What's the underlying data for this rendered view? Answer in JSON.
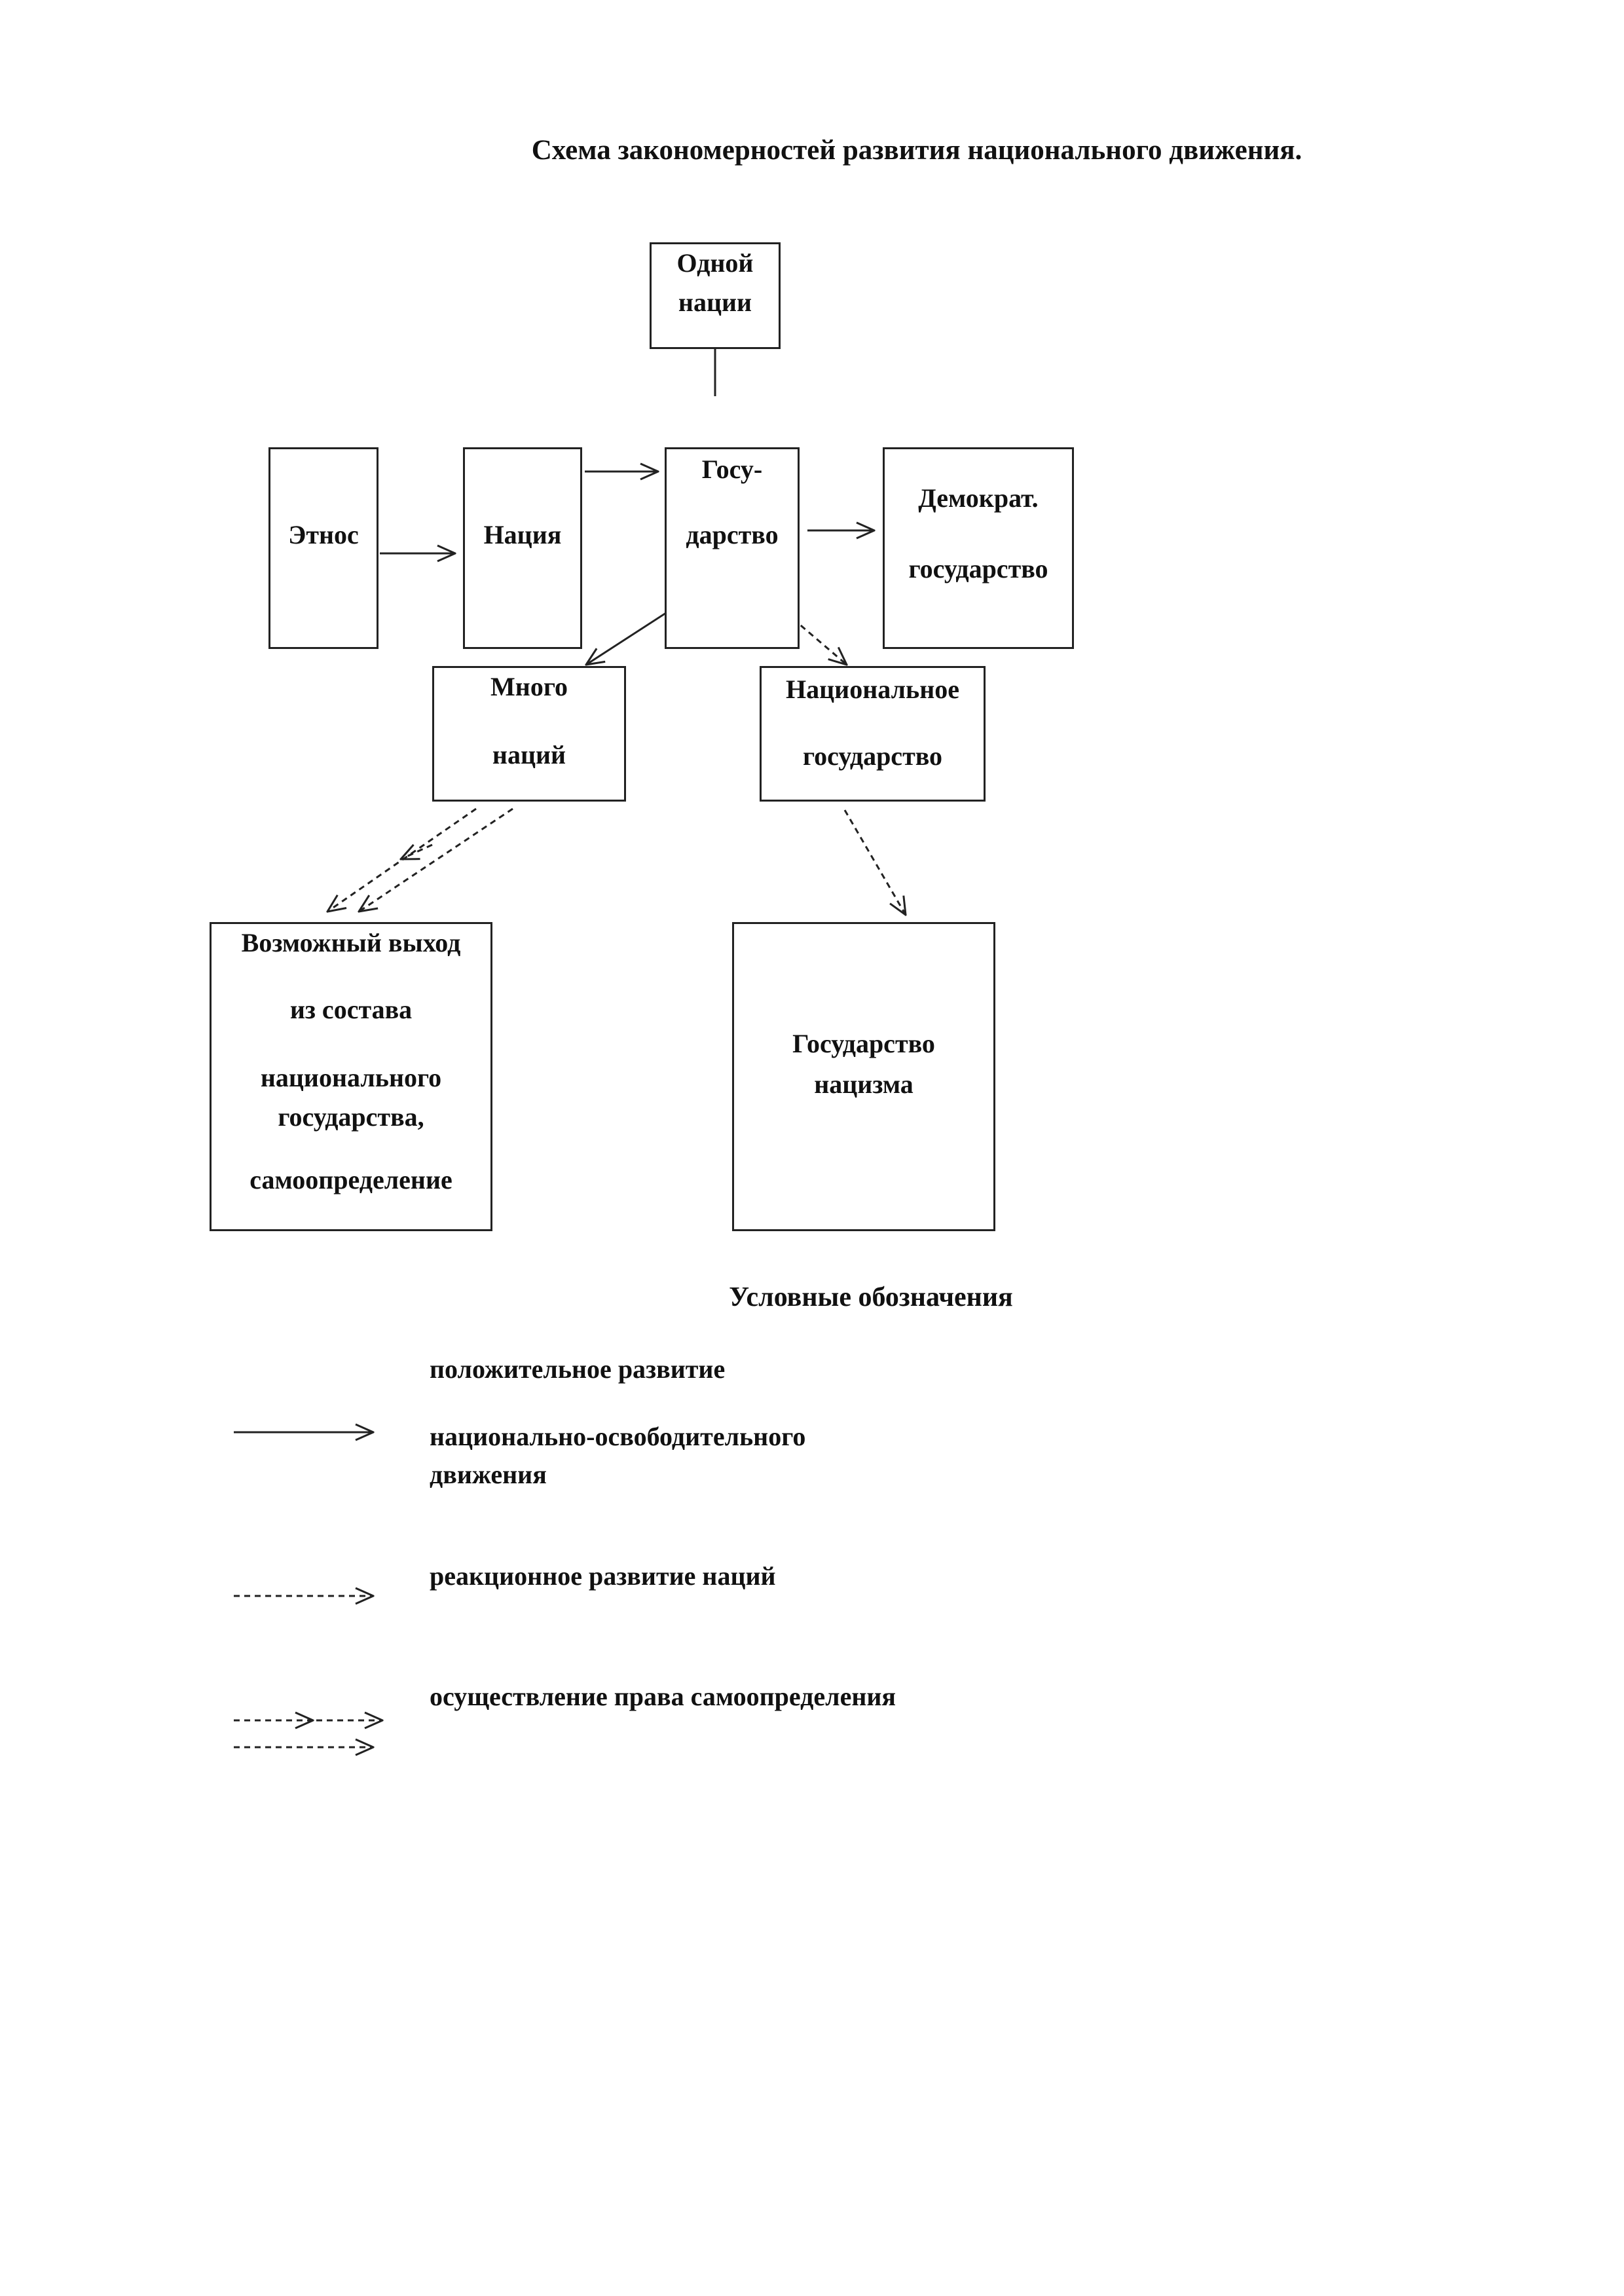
{
  "title": "Схема закономерностей развития национального движения.",
  "nodes": {
    "odnoy_natsii": [
      "Одной",
      "нации"
    ],
    "etnos": [
      "Этнос"
    ],
    "natsiya": [
      "Нация"
    ],
    "gosudarstvo": [
      "Госу-",
      "дарство"
    ],
    "demokrat": [
      "Демократ.",
      "государство"
    ],
    "mnogo_natsiy": [
      "Много",
      "наций"
    ],
    "natsionalnoe": [
      "Национальное",
      "государство"
    ],
    "vykhod": [
      "Возможный выход",
      "из состава",
      "национального",
      "государства,",
      "самоопределение"
    ],
    "natsizm": [
      "Государство",
      "нацизма"
    ]
  },
  "edges": [
    {
      "from": "etnos",
      "to": "natsiya",
      "style": "solid"
    },
    {
      "from": "natsiya",
      "to": "gosudarstvo",
      "style": "solid"
    },
    {
      "from": "gosudarstvo",
      "to": "demokrat",
      "style": "solid"
    },
    {
      "from": "gosudarstvo",
      "to": "odnoy_natsii",
      "style": "solid"
    },
    {
      "from": "gosudarstvo",
      "to": "mnogo_natsiy",
      "style": "solid"
    },
    {
      "from": "gosudarstvo",
      "to": "natsionalnoe",
      "style": "dashed"
    },
    {
      "from": "natsionalnoe",
      "to": "natsizm",
      "style": "dashed"
    },
    {
      "from": "mnogo_natsiy",
      "to": "vykhod",
      "style": "double-dashed"
    }
  ],
  "legend": {
    "title": "Условные обозначения",
    "items": [
      {
        "style": "solid",
        "lines": [
          "положительное развитие",
          "национально-освободительного",
          "движения"
        ]
      },
      {
        "style": "dashed",
        "lines": [
          "реакционное развитие наций"
        ]
      },
      {
        "style": "double-dashed",
        "lines": [
          "осуществление права самоопределения"
        ]
      }
    ]
  },
  "colors": {
    "line": "#222222",
    "text": "#111111",
    "background": "#ffffff"
  }
}
